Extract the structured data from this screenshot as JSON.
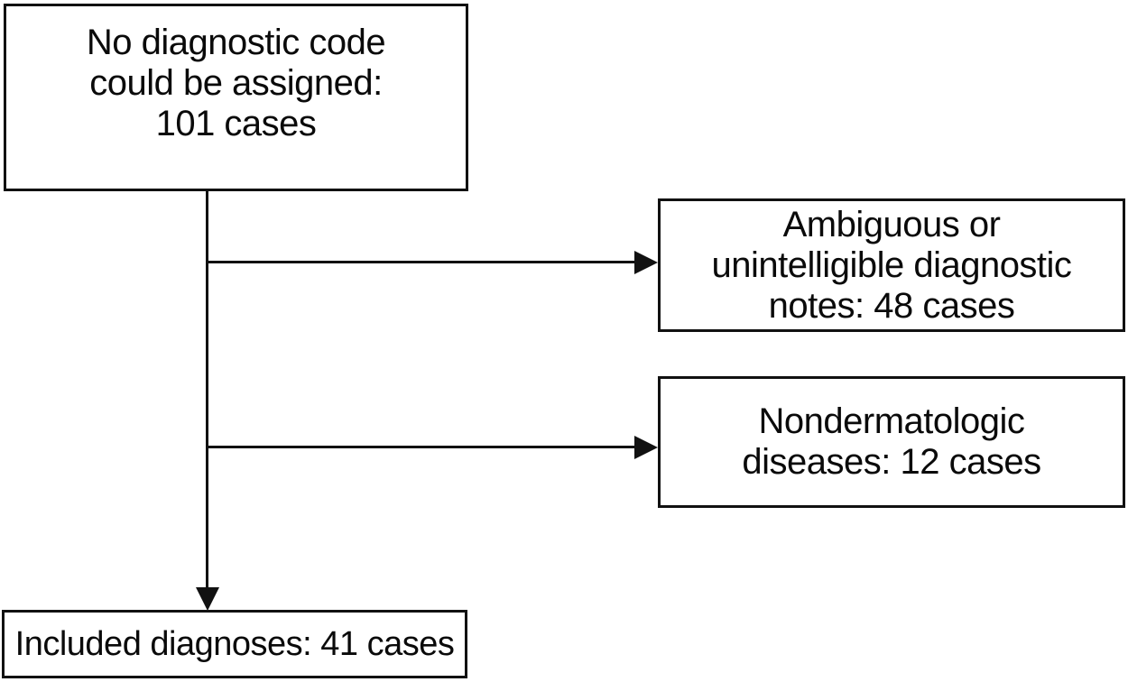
{
  "figure": {
    "type": "flowchart",
    "background_color": "#ffffff",
    "line_color": "#111111",
    "text_color": "#0a0a0a"
  },
  "nodes": [
    {
      "id": "no-diagnostic-code",
      "cases": 101,
      "lines": [
        "No diagnostic code",
        "could be assigned:",
        "101 cases"
      ]
    },
    {
      "id": "ambiguous-notes",
      "cases": 48,
      "lines": [
        "Ambiguous or",
        "unintelligible diagnostic",
        "notes: 48 cases"
      ]
    },
    {
      "id": "nondermatologic-diseases",
      "cases": 12,
      "lines": [
        "Nondermatologic",
        "diseases: 12 cases"
      ]
    },
    {
      "id": "included-diagnoses",
      "cases": 41,
      "lines": [
        "Included diagnoses: 41 cases"
      ]
    }
  ],
  "edges": [
    {
      "from": "no-diagnostic-code",
      "to": "ambiguous-notes",
      "style": "arrow-right"
    },
    {
      "from": "no-diagnostic-code",
      "to": "nondermatologic-diseases",
      "style": "arrow-right"
    },
    {
      "from": "no-diagnostic-code",
      "to": "included-diagnoses",
      "style": "arrow-down"
    }
  ]
}
